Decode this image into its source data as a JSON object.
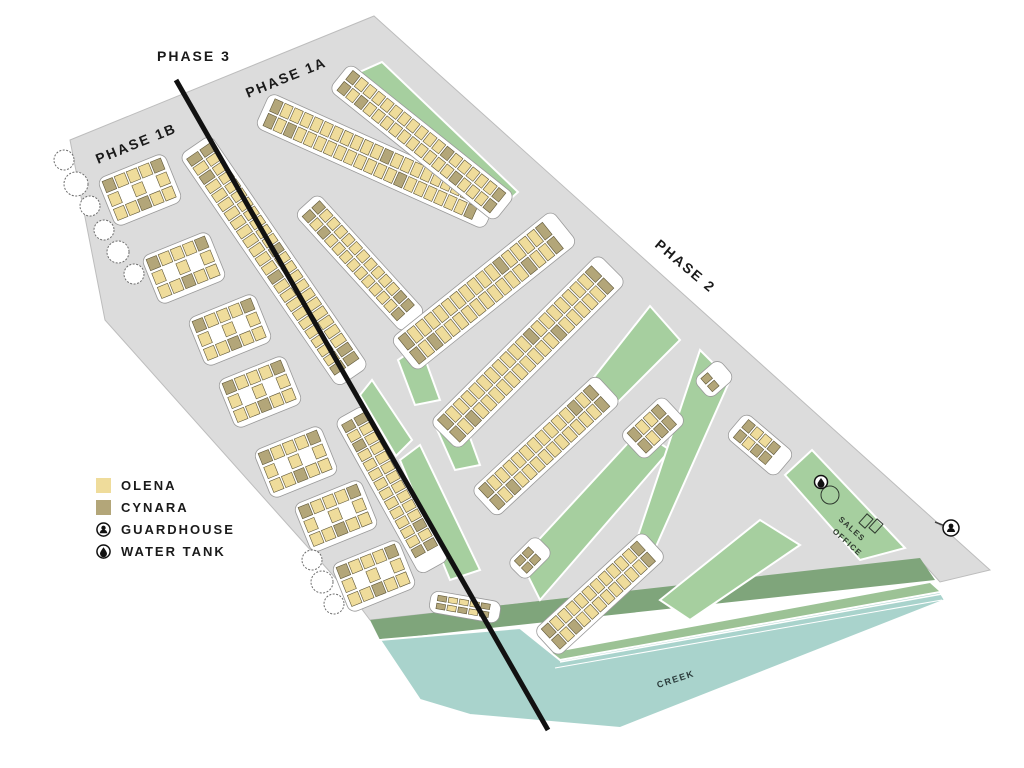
{
  "phases": {
    "phase_3": "PHASE 3",
    "phase_1a": "PHASE 1A",
    "phase_1b": "PHASE 1B",
    "phase_2": "PHASE 2"
  },
  "landmarks": {
    "creek": "CREEK",
    "sales_office_line1": "SALES",
    "sales_office_line2": "OFFICE"
  },
  "legend": {
    "items": [
      {
        "label": "OLENA",
        "kind": "swatch",
        "color": "#efdc9b"
      },
      {
        "label": "CYNARA",
        "kind": "swatch",
        "color": "#b3a679"
      },
      {
        "label": "GUARDHOUSE",
        "kind": "icon",
        "icon": "guardhouse-icon"
      },
      {
        "label": "WATER TANK",
        "kind": "icon",
        "icon": "water-tank-icon"
      }
    ]
  },
  "colors": {
    "road": "#dcdcdc",
    "olena": "#efdc9b",
    "cynara": "#b3a679",
    "green": "#a6cf9f",
    "dark_green": "#7fa57b",
    "creek": "#a9d3cc",
    "divider": "#111111"
  }
}
